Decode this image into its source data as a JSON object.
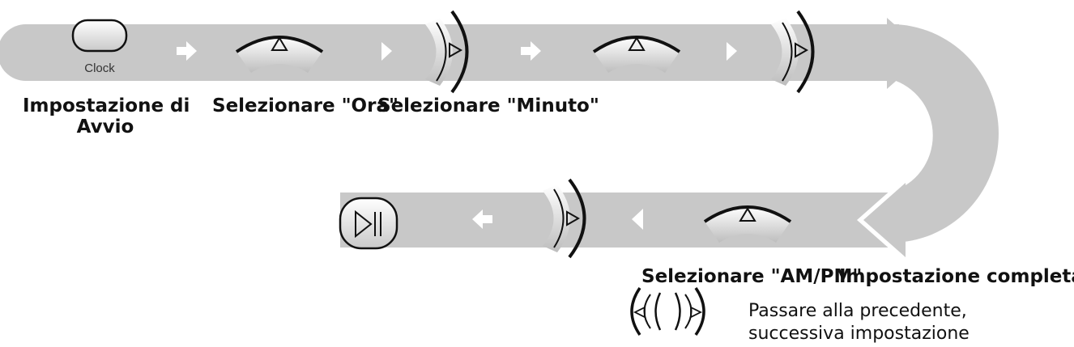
{
  "labels": {
    "start_line1": "Impostazione di",
    "start_line2": "Avvio",
    "select_hour": "Selezionare \"Ora\"",
    "select_minute": "Selezionare \"Minuto\"",
    "select_ampm": "Selezionare \"AM/PM\"",
    "complete": "Impostazione completata",
    "nav_line1": "Passare alla precedente,",
    "nav_line2": "successiva impostazione"
  },
  "buttons": {
    "clock": "Clock"
  },
  "colors": {
    "track": "#c8c8c8",
    "arrow_fill": "#ffffff",
    "outline": "#111111"
  }
}
